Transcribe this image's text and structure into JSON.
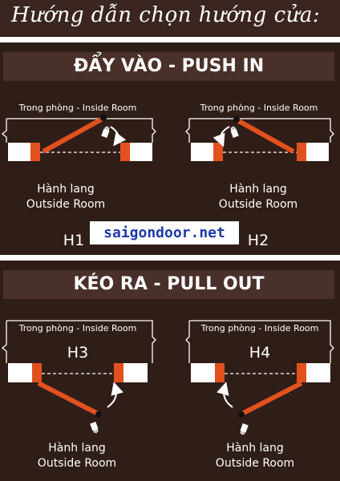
{
  "title": "Hướng dẫn chọn hướng cửa:",
  "sections": [
    {
      "heading": "ĐẨY VÀO - PUSH IN"
    },
    {
      "heading": "KÉO RA - PULL OUT"
    }
  ],
  "diagrams": [
    {
      "inside_label": "Trong phòng - Inside Room",
      "outside_label_1": "Hành lang",
      "outside_label_2": "Outside Room",
      "code": "H1"
    },
    {
      "inside_label": "Trong phòng - Inside Room",
      "outside_label_1": "Hành lang",
      "outside_label_2": "Outside Room",
      "code": "H2"
    },
    {
      "inside_label": "Trong phòng - Inside Room",
      "outside_label_1": "Hành lang",
      "outside_label_2": "Outside Room",
      "code": "H3"
    },
    {
      "inside_label": "Trong phòng - Inside Room",
      "outside_label_1": "Hành lang",
      "outside_label_2": "Outside Room",
      "code": "H4"
    }
  ],
  "watermark": "saigondoor.net",
  "colors": {
    "background": "#2f1d18",
    "door": "#e2511d",
    "frame": "#ffffff",
    "text": "#ffffff"
  },
  "icons": [
    "hand-push-icon",
    "swing-arrow-icon"
  ]
}
